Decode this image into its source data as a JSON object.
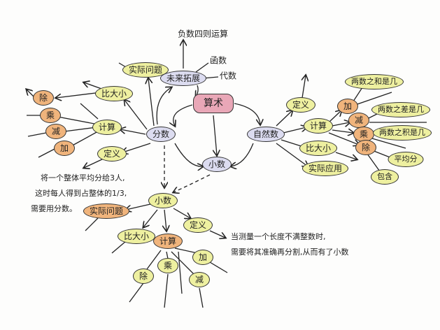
{
  "center": "算术",
  "future": {
    "label": "未来拓展",
    "children": [
      "负数四则运算",
      "函数",
      "代数"
    ]
  },
  "fraction": {
    "label": "分数",
    "children": {
      "practical": "实际问题",
      "compare": "比大小",
      "calc": "计算",
      "definition": "定义"
    },
    "ops": [
      "除",
      "乘",
      "减",
      "加"
    ],
    "definition_text": [
      "将一个整体平均分给3人,",
      "这时每人得到占整体的1/3,",
      "需要用分数。"
    ]
  },
  "decimal": {
    "label": "小数"
  },
  "decimal_branch": {
    "label": "小数",
    "children": {
      "practical": "实际问题",
      "compare": "比大小",
      "calc": "计算",
      "definition": "定义"
    },
    "ops": [
      "加",
      "减",
      "乘",
      "除"
    ],
    "definition_text": [
      "当测量一个长度不满整数时,",
      "需要将其准确再分割,从而有了小数"
    ]
  },
  "natural": {
    "label": "自然数",
    "children": {
      "definition": "定义",
      "calc": "计算",
      "compare": "比大小",
      "practical": "实际应用"
    },
    "ops": [
      "加",
      "减",
      "乘",
      "除"
    ],
    "meanings": [
      "两数之和是几",
      "两数之差是几",
      "两数之积是几",
      "平均分",
      "包含"
    ]
  },
  "colors": {
    "center": "#e9a7b7",
    "core": "#dcdcf0",
    "branch": "#eef0a0",
    "op": "#f0b47c"
  }
}
